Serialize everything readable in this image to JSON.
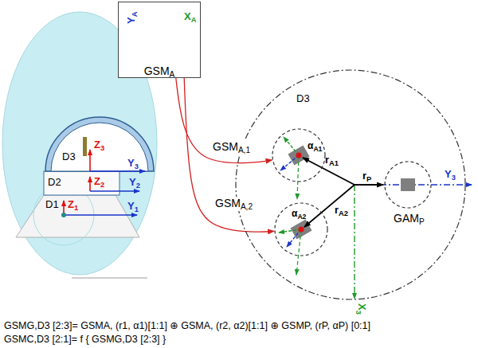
{
  "diagram": {
    "nodes": [
      {
        "text": [
          "D1"
        ]
      },
      {
        "text": [
          "D2"
        ]
      },
      {
        "text": [
          "D3"
        ]
      },
      {
        "text": [
          "GSMA"
        ]
      },
      {
        "text": [
          "D3"
        ]
      },
      {
        "text": [
          "GSMA,1"
        ],
        "in": 4
      },
      {
        "text": [
          "GSMA,2"
        ],
        "in": 4
      },
      {
        "text": [
          "GAMP"
        ],
        "in": 4
      }
    ],
    "edges": [
      {
        "from": 3,
        "to": 5,
        "arrow": "to"
      },
      {
        "from": 3,
        "to": 6,
        "arrow": "to"
      }
    ],
    "labels": [
      "Z1",
      "Y1",
      "Z2",
      "Y2",
      "Z3",
      "Y3",
      "YA",
      "XA",
      "αA1",
      "αA2",
      "rA1",
      "rA2",
      "rP",
      "Y3",
      "X3",
      "GSMG,D3 [2:3]= GSMA, (r1, α1)[1:1] ⊕ GSMA, (r2, α2)[1:1] ⊕ GSMP, (rP, αP) [0:1]",
      "GSMC,D3 [2:1]= f { GSMG,D3 [2:3] }"
    ]
  }
}
